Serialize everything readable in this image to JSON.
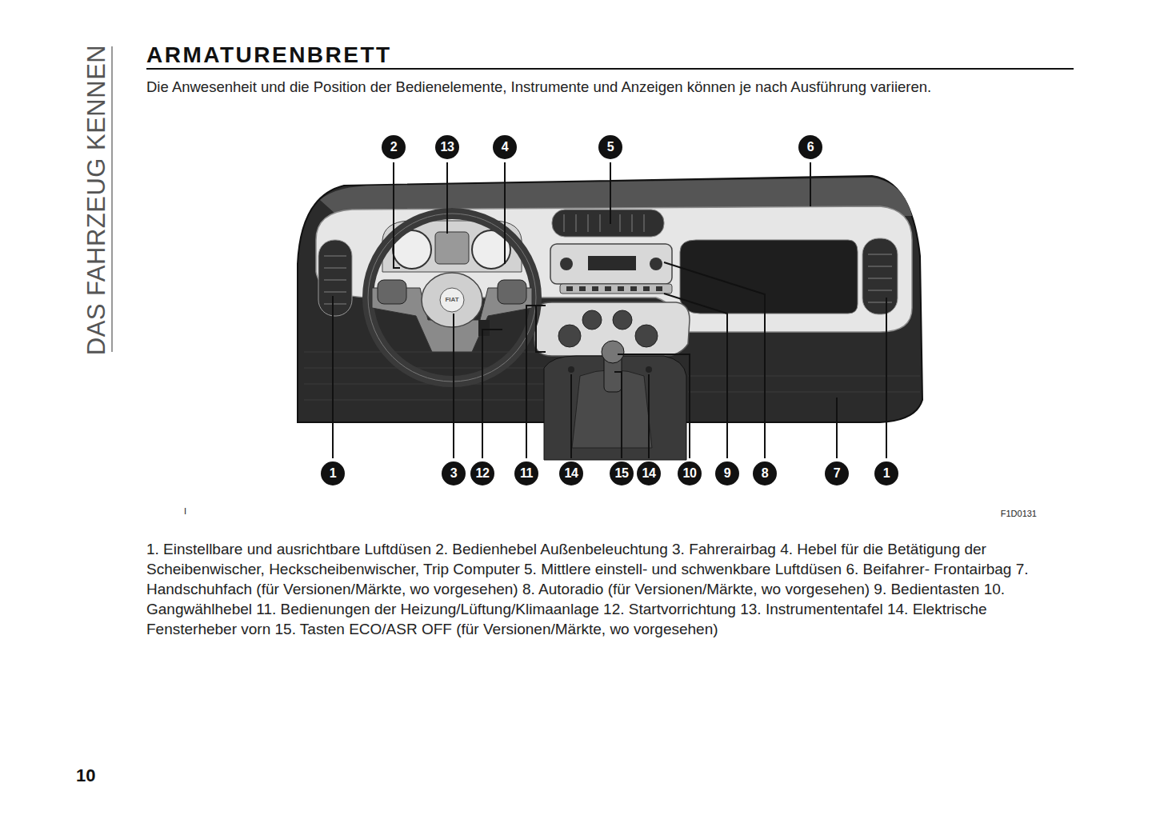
{
  "diagram": {
    "title": "ARMATURENBRETT",
    "labels": [
      "DAS FAHRZEUG KENNEN",
      "Die Anwesenheit und die Position der Bedienelemente, Instrumente und Anzeigen können je nach Ausführung variieren.",
      "2",
      "13",
      "4",
      "5",
      "6",
      "FIAT",
      "1",
      "3",
      "12",
      "11",
      "14",
      "15",
      "14",
      "10",
      "9",
      "8",
      "7",
      "1",
      "I",
      "F1D0131",
      "1. Einstellbare und ausrichtbare Luftdüsen 2. Bedienhebel Außenbeleuchtung 3. Fahrerairbag 4. Hebel für die Betätigung der Scheibenwischer, Heckscheibenwischer, Trip Computer 5. Mittlere einstell- und schwenkbare Luftdüsen 6. Beifahrer- Frontairbag 7. Handschuhfach (für Versionen/Märkte, wo vorgesehen) 8. Autoradio (für Versionen/Märkte, wo vorgesehen) 9. Bedientasten 10. Gangwählhebel 11. Bedienungen der Heizung/Lüftung/Klimaanlage 12. Startvorrichtung 13. Instrumententafel 14. Elektrische Fensterheber vorn 15. Tasten ECO/ASR OFF (für Versionen/Märkte, wo vorgesehen)",
      "10"
    ]
  }
}
